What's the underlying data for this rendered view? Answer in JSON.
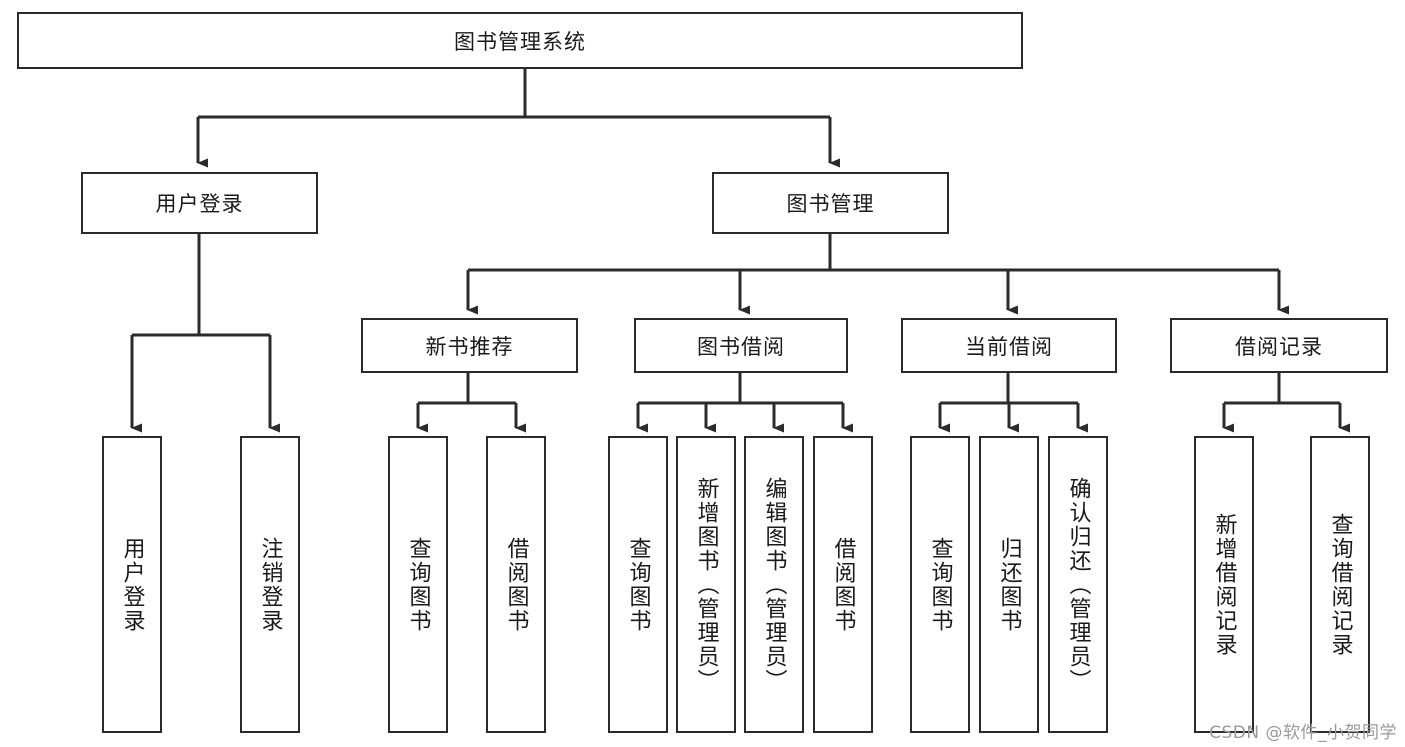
{
  "diagram": {
    "title": "图书管理系统",
    "type": "tree",
    "root": {
      "id": "root",
      "label": "图书管理系统"
    },
    "level1": [
      {
        "id": "user-login",
        "label": "用户登录"
      },
      {
        "id": "book-manage",
        "label": "图书管理"
      }
    ],
    "level2": [
      {
        "id": "new-book-rec",
        "label": "新书推荐",
        "parent": "book-manage"
      },
      {
        "id": "book-borrow",
        "label": "图书借阅",
        "parent": "book-manage"
      },
      {
        "id": "current-borrow",
        "label": "当前借阅",
        "parent": "book-manage"
      },
      {
        "id": "borrow-record",
        "label": "借阅记录",
        "parent": "book-manage"
      }
    ],
    "leaves": {
      "user-login": [
        {
          "id": "leaf-user-login",
          "label": "用户登录"
        },
        {
          "id": "leaf-user-logout",
          "label": "注销登录"
        }
      ],
      "new-book-rec": [
        {
          "id": "leaf-query-book-1",
          "label": "查询图书"
        },
        {
          "id": "leaf-borrow-book-1",
          "label": "借阅图书"
        }
      ],
      "book-borrow": [
        {
          "id": "leaf-query-book-2",
          "label": "查询图书"
        },
        {
          "id": "leaf-add-book",
          "label": "新增图书（管理员）"
        },
        {
          "id": "leaf-edit-book",
          "label": "编辑图书（管理员）"
        },
        {
          "id": "leaf-borrow-book-2",
          "label": "借阅图书"
        }
      ],
      "current-borrow": [
        {
          "id": "leaf-query-book-3",
          "label": "查询图书"
        },
        {
          "id": "leaf-return-book",
          "label": "归还图书"
        },
        {
          "id": "leaf-confirm-return",
          "label": "确认归还（管理员）"
        }
      ],
      "borrow-record": [
        {
          "id": "leaf-add-record",
          "label": "新增借阅记录"
        },
        {
          "id": "leaf-query-record",
          "label": "查询借阅记录"
        }
      ]
    }
  },
  "watermark": {
    "text": "CSDN @软件_小贺同学"
  },
  "colors": {
    "stroke": "#2b2b2b",
    "background": "#ffffff",
    "text": "#1a1a1a",
    "watermark": "#9a9a9a"
  }
}
